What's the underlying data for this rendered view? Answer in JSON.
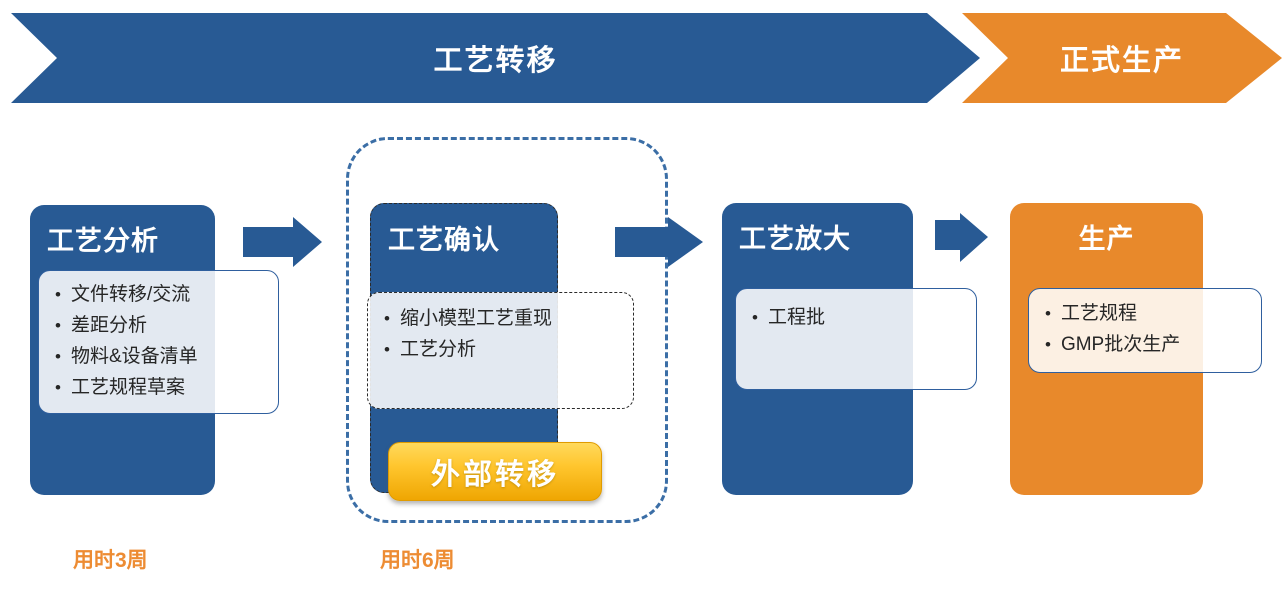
{
  "banner": {
    "process_transfer": {
      "label": "工艺转移",
      "color": "#285A94"
    },
    "formal_production": {
      "label": "正式生产",
      "color": "#E8892B"
    }
  },
  "stages": [
    {
      "title": "工艺分析",
      "bullets": [
        "文件转移/交流",
        "差距分析",
        "物料&设备清单",
        "工艺规程草案"
      ]
    },
    {
      "title": "工艺确认",
      "bullets": [
        "缩小模型工艺重现",
        "工艺分析"
      ],
      "badge": "外部转移"
    },
    {
      "title": "工艺放大",
      "bullets": [
        "工程批"
      ]
    },
    {
      "title": "生产",
      "bullets": [
        "工艺规程",
        "GMP批次生产"
      ]
    }
  ],
  "timings": [
    {
      "label": "用时3周"
    },
    {
      "label": "用时6周"
    }
  ],
  "colors": {
    "primary_blue": "#285A94",
    "accent_orange": "#E8892B",
    "dashed_border_blue": "#3B6EA6",
    "badge_gold": "#FFC62E",
    "timing_text_orange": "#ED8C33",
    "bullet_text": "#262626"
  }
}
